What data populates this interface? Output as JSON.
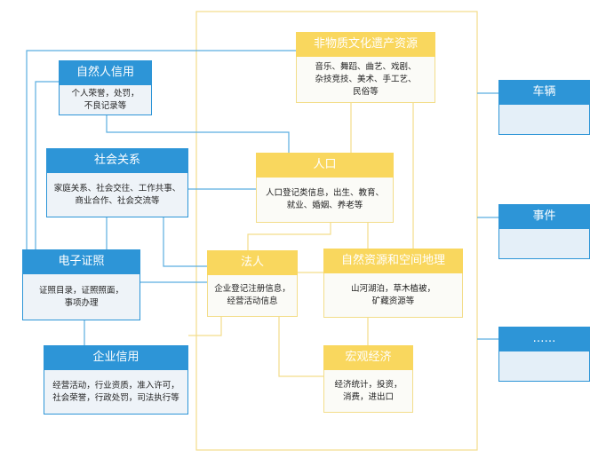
{
  "colors": {
    "blue": "#2d95d7",
    "yellow": "#f9d75e",
    "yellow_line": "#f3dd8a",
    "blue_line": "#5aaee0"
  },
  "nodes": {
    "intangible_heritage": {
      "title": "非物质文化遗产资源",
      "body": "音乐、舞蹈、曲艺、戏剧、\n杂技竞技、美术、手工艺、\n民俗等"
    },
    "personal_credit": {
      "title": "自然人信用",
      "body": "个人荣誉，处罚，\n不良记录等"
    },
    "social_relations": {
      "title": "社会关系",
      "body": "家庭关系、社会交往、工作共事、\n商业合作、社会交流等"
    },
    "population": {
      "title": "人口",
      "body": "人口登记类信息，出生、教育、\n就业、婚姻、养老等"
    },
    "e_license": {
      "title": "电子证照",
      "body": "证照目录，证照照面，\n事项办理"
    },
    "legal_person": {
      "title": "法人",
      "body": "企业登记注册信息，\n经营活动信息"
    },
    "natural_resources": {
      "title": "自然资源和空间地理",
      "body": "山河湖泊，草木植被，\n矿藏资源等"
    },
    "enterprise_credit": {
      "title": "企业信用",
      "body": "经营活动，行业资质，准入许可，\n社会荣誉，行政处罚，司法执行等"
    },
    "macro_economy": {
      "title": "宏观经济",
      "body": "经济统计，投资，\n消费，进出口"
    },
    "vehicles": {
      "title": "车辆",
      "body": ""
    },
    "events": {
      "title": "事件",
      "body": ""
    },
    "more": {
      "title": "……",
      "body": ""
    }
  }
}
